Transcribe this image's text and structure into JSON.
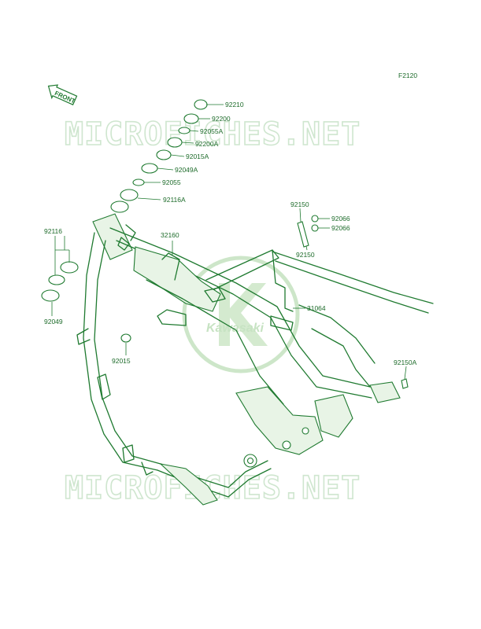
{
  "figure_code": "F2120",
  "direction_label": "FRONT",
  "watermark_text": "MICROFICHES.NET",
  "logo_text": "Kawasaki",
  "colors": {
    "line": "#1f7a30",
    "label": "#1d6b2a",
    "watermark": "#cfe6cf"
  },
  "parts": [
    {
      "id": "p1",
      "number": "92210"
    },
    {
      "id": "p2",
      "number": "92200"
    },
    {
      "id": "p3",
      "number": "92055A"
    },
    {
      "id": "p4",
      "number": "92200A"
    },
    {
      "id": "p5",
      "number": "92015A"
    },
    {
      "id": "p6",
      "number": "92049A"
    },
    {
      "id": "p7",
      "number": "92055"
    },
    {
      "id": "p8",
      "number": "92116A"
    },
    {
      "id": "p9",
      "number": "92150"
    },
    {
      "id": "p10",
      "number": "92066"
    },
    {
      "id": "p11",
      "number": "92066"
    },
    {
      "id": "p12",
      "number": "92150"
    },
    {
      "id": "p13",
      "number": "32160"
    },
    {
      "id": "p14",
      "number": "92116"
    },
    {
      "id": "p15",
      "number": "92049"
    },
    {
      "id": "p16",
      "number": "31064"
    },
    {
      "id": "p17",
      "number": "92015"
    },
    {
      "id": "p18",
      "number": "92150A"
    }
  ]
}
